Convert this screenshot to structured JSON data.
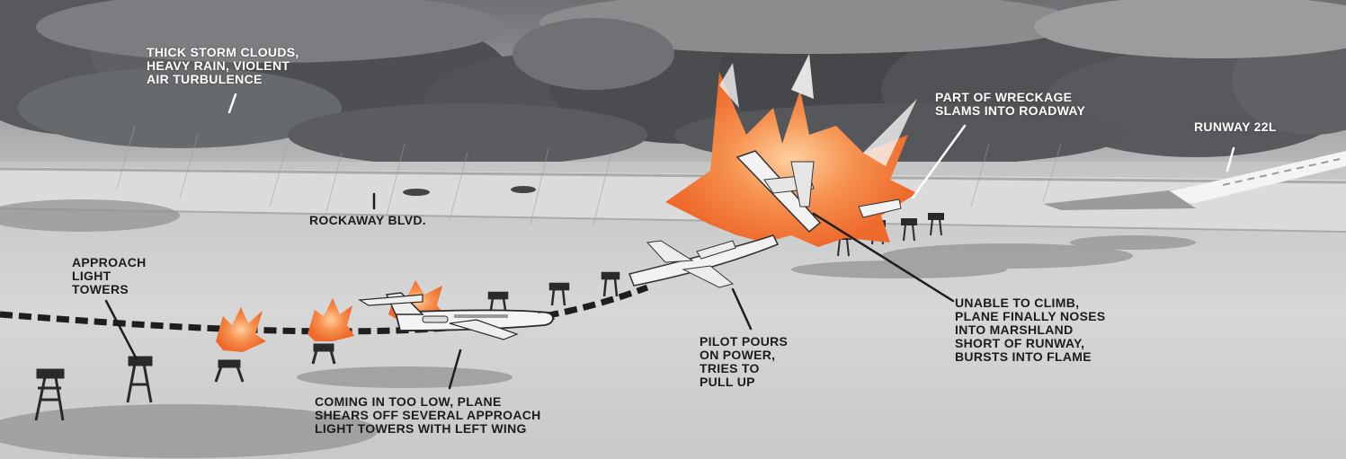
{
  "colors": {
    "storm_cloud": "#4a4c4f",
    "cloud_highlight": "#7b7d80",
    "sky_haze": "#c9cacb",
    "ground": "#d9dad9",
    "marsh": "#8f9190",
    "fire_orange": "#f07a3c",
    "fire_light": "#f6a36a",
    "aircraft": "#f2f2f2",
    "flight_path": "#1e1e1e",
    "label_dark": "#1c1c1c",
    "label_light": "#ffffff"
  },
  "labels": {
    "storm": [
      "THICK STORM CLOUDS,",
      "HEAVY RAIN, VIOLENT",
      "AIR TURBULENCE"
    ],
    "wreckage": [
      "PART OF WRECKAGE",
      "SLAMS INTO ROADWAY"
    ],
    "runway": [
      "RUNWAY 22L"
    ],
    "road": [
      "ROCKAWAY BLVD."
    ],
    "towers": [
      "APPROACH",
      "LIGHT",
      "TOWERS"
    ],
    "low_approach": [
      "COMING IN TOO LOW, PLANE",
      "SHEARS OFF SEVERAL APPROACH",
      "LIGHT TOWERS WITH LEFT WING"
    ],
    "pull_up": [
      "PILOT POURS",
      "ON POWER,",
      "TRIES TO",
      "PULL UP"
    ],
    "crash": [
      "UNABLE TO CLIMB,",
      "PLANE FINALLY NOSES",
      "INTO MARSHLAND",
      "SHORT OF RUNWAY,",
      "BURSTS INTO FLAME"
    ]
  }
}
